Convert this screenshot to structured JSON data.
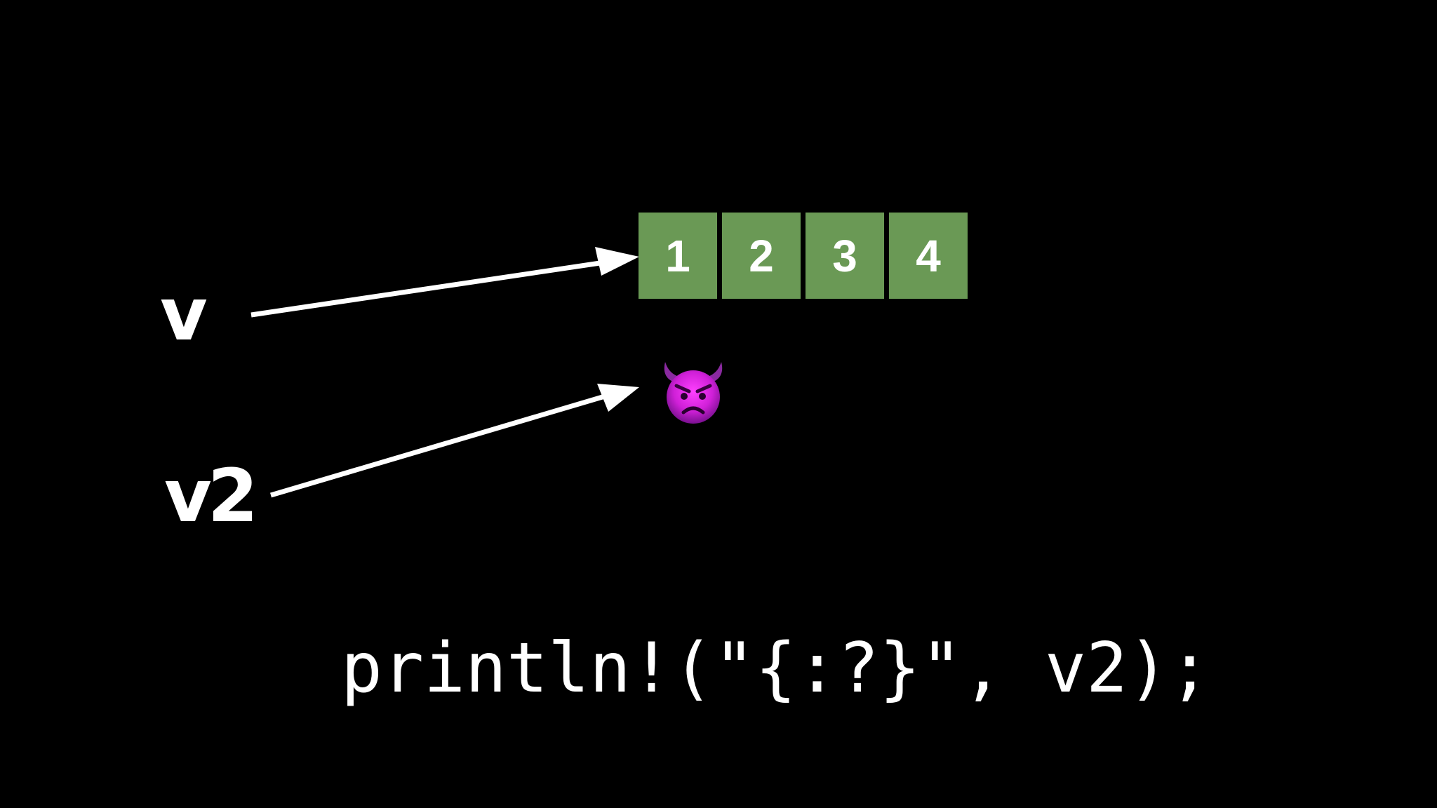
{
  "labels": {
    "v": "v",
    "v2": "v2"
  },
  "vector_cells": [
    "1",
    "2",
    "3",
    "4"
  ],
  "devil_icon": "angry-devil-face-icon",
  "code": "println!(\"{:?}\", v2);",
  "colors": {
    "background": "#000000",
    "cell_fill": "#6a9955",
    "text": "#ffffff",
    "devil_purple": "#a020c0"
  }
}
